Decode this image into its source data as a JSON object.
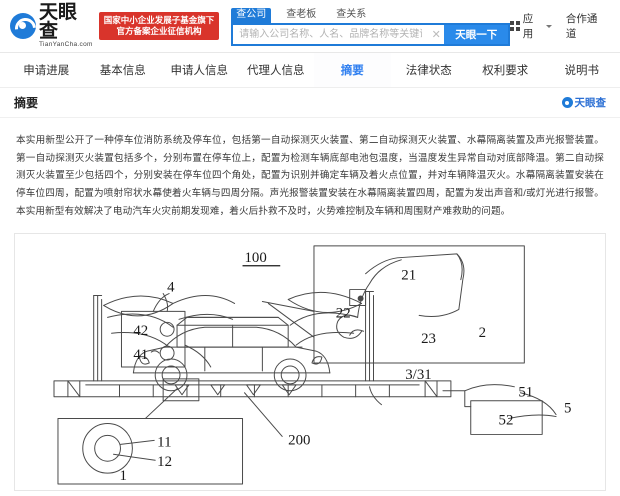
{
  "header": {
    "logo_cn": "天眼查",
    "logo_en": "TianYanCha.com",
    "logo_icon": "tianyancha-eye-logo",
    "badge_line1": "国家中小企业发展子基金旗下",
    "badge_line2": "官方备案企业征信机构",
    "search_tabs": [
      {
        "label": "查公司",
        "active": true
      },
      {
        "label": "查老板",
        "active": false
      },
      {
        "label": "查关系",
        "active": false
      }
    ],
    "search_placeholder": "请输入公司名称、人名、品牌名称等关键词",
    "search_value": "",
    "search_clear_icon": "close-icon",
    "search_button": "天眼一下",
    "apps_label": "应用",
    "apps_icon": "grid-icon",
    "apps_caret_icon": "chevron-down-icon",
    "cooperation_label": "合作通道"
  },
  "tabs": [
    {
      "label": "申请进展",
      "active": false
    },
    {
      "label": "基本信息",
      "active": false
    },
    {
      "label": "申请人信息",
      "active": false
    },
    {
      "label": "代理人信息",
      "active": false
    },
    {
      "label": "摘要",
      "active": true
    },
    {
      "label": "法律状态",
      "active": false
    },
    {
      "label": "权利要求",
      "active": false
    },
    {
      "label": "说明书",
      "active": false
    }
  ],
  "section": {
    "title": "摘要",
    "watermark_logo_text": "天眼查",
    "watermark_logo_icon": "tianyancha-eye-logo"
  },
  "abstract": {
    "text": "本实用新型公开了一种停车位消防系统及停车位，包括第一自动探测灭火装置、第二自动探测灭火装置、水幕隔离装置及声光报警装置。第一自动探测灭火装置包括多个，分别布置在停车位上，配置为检测车辆底部电池包温度，当温度发生异常自动对底部降温。第二自动探测灭火装置至少包括四个，分别安装在停车位四个角处，配置为识别并确定车辆及着火点位置，并对车辆降温灭火。水幕隔离装置安装在停车位四周，配置为喷射帘状水幕使着火车辆与四周分隔。声光报警装置安装在水幕隔离装置四周，配置为发出声音和/或灯光进行报警。本实用新型有效解决了电动汽车火灾前期发现难，着火后扑救不及时，火势难控制及车辆和周围财产难救助的问题。"
  },
  "figure": {
    "name": "patent-drawing-parking-fire-system",
    "title_label": "100",
    "callouts": [
      {
        "id": "100",
        "text": "100"
      },
      {
        "id": "4",
        "text": "4"
      },
      {
        "id": "42",
        "text": "42"
      },
      {
        "id": "41",
        "text": "41"
      },
      {
        "id": "21",
        "text": "21"
      },
      {
        "id": "22",
        "text": "22"
      },
      {
        "id": "2",
        "text": "2"
      },
      {
        "id": "23",
        "text": "23"
      },
      {
        "id": "3_31",
        "text": "3/31"
      },
      {
        "id": "51",
        "text": "51"
      },
      {
        "id": "52",
        "text": "52"
      },
      {
        "id": "5",
        "text": "5"
      },
      {
        "id": "200",
        "text": "200"
      },
      {
        "id": "11",
        "text": "11"
      },
      {
        "id": "12",
        "text": "12"
      },
      {
        "id": "1",
        "text": "1"
      }
    ]
  },
  "colors": {
    "brand_blue": "#1f7bd8",
    "tab_active_blue": "#2f7ff0",
    "badge_red": "#d9342b",
    "search_button_blue": "#2a8aea"
  }
}
